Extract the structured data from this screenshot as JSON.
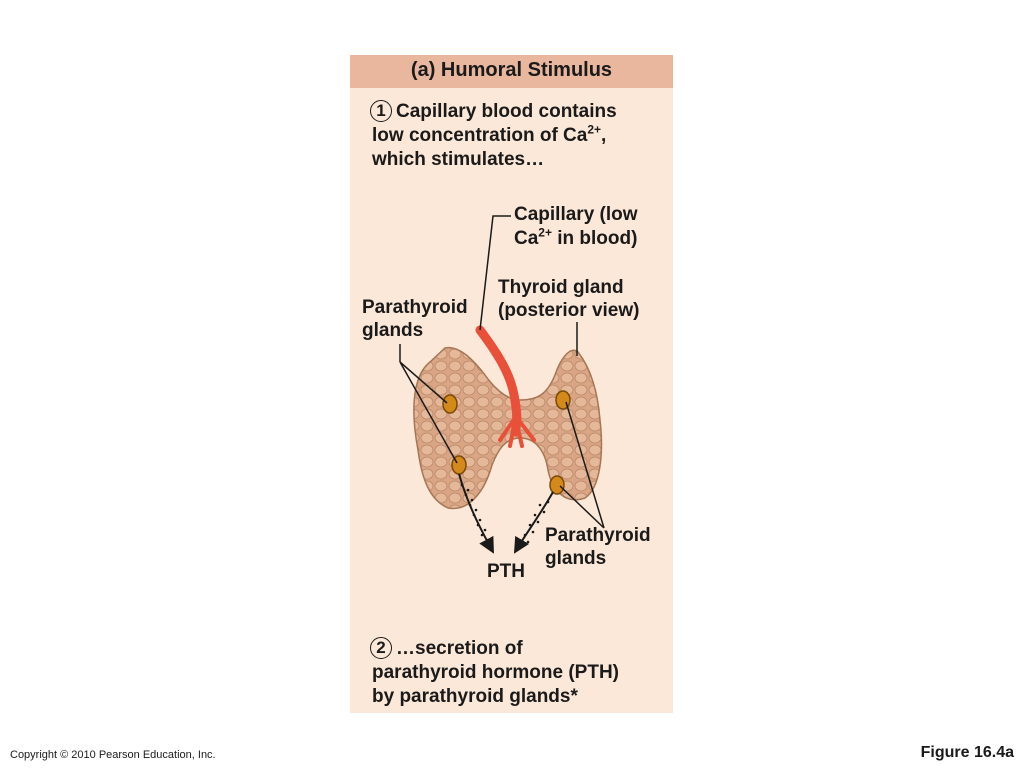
{
  "panel": {
    "title": "(a) Humoral Stimulus",
    "step1": {
      "number": "1",
      "line1": "Capillary blood contains",
      "line2_pre": "low concentration of Ca",
      "line2_sup": "2+",
      "line2_post": ",",
      "line3": "which stimulates…"
    },
    "step2": {
      "number": "2",
      "line1": "…secretion of",
      "line2": "parathyroid hormone (PTH)",
      "line3": "by parathyroid glands*"
    }
  },
  "labels": {
    "capillary_line1": "Capillary (low",
    "capillary_pre": "Ca",
    "capillary_sup": "2+",
    "capillary_post": " in blood)",
    "thyroid_line1": "Thyroid gland",
    "thyroid_line2": "(posterior view)",
    "parathyroid_left_line1": "Parathyroid",
    "parathyroid_left_line2": "glands",
    "parathyroid_right_line1": "Parathyroid",
    "parathyroid_right_line2": "glands",
    "pth": "PTH"
  },
  "footer": {
    "copyright": "Copyright © 2010 Pearson Education, Inc.",
    "figure": "Figure 16.4a"
  }
}
